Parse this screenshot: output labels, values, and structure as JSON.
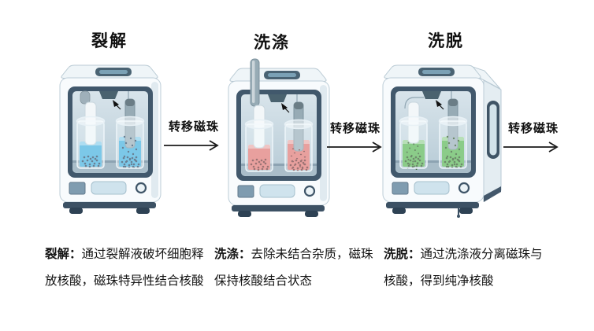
{
  "page": {
    "background": "#ffffff"
  },
  "stages": [
    {
      "title": "裂解",
      "liquid_color": "#3eaede",
      "bead_color": "#21405c",
      "desc_label": "裂解：",
      "desc_text": "通过裂解液破坏细胞释放核酸，磁珠特异性结合核酸"
    },
    {
      "title": "洗涤",
      "liquid_color": "#e4706c",
      "bead_color": "#6e2b2b",
      "desc_label": "洗涤：",
      "desc_text": "去除未结合杂质，磁珠保持核酸结合状态"
    },
    {
      "title": "洗脱",
      "liquid_color": "#55b44c",
      "bead_color": "#274f1e",
      "desc_label": "洗脱：",
      "desc_text": "通过洗涤液分离磁珠与核酸，得到纯净核酸"
    }
  ],
  "arrows": [
    {
      "label": "转移磁珠"
    },
    {
      "label": "转移磁珠"
    },
    {
      "label": "转移磁珠"
    }
  ],
  "colors": {
    "machine_body": "#f8fbfd",
    "window_frame": "#41586c",
    "window_inner_top": "#d8e4eb",
    "window_inner_bottom": "#b7cbd6",
    "platform": "#a9bdc9",
    "base": "#3c5164",
    "arrow": "#1a1a1a"
  }
}
